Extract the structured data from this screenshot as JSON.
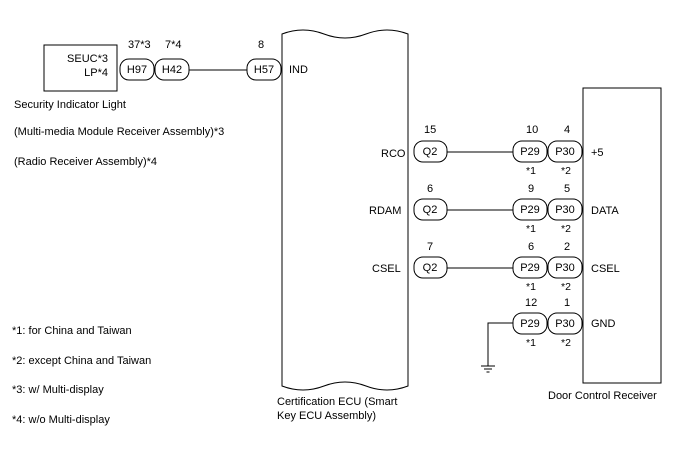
{
  "security_light": {
    "line1": "SEUC*3",
    "line2": "LP*4",
    "caption": "Security Indicator Light",
    "caption_alt3": "(Multi-media Module Receiver Assembly)*3",
    "caption_alt4": "(Radio Receiver Assembly)*4",
    "pin_h97": "37*3",
    "pin_h42": "7*4",
    "pin_h57": "8",
    "conn_h97": "H97",
    "conn_h42": "H42",
    "conn_h57": "H57"
  },
  "ecu": {
    "caption_line1": "Certification ECU (Smart",
    "caption_line2": "Key ECU Assembly)",
    "ind_label": "IND"
  },
  "receiver": {
    "caption": "Door Control Receiver"
  },
  "rows": [
    {
      "ecu_label": "RCO",
      "ecu_pin": "15",
      "ecu_conn": "Q2",
      "p29_pin": "10",
      "p30_pin": "4",
      "recv_label": "+5",
      "p29_conn": "P29",
      "p30_conn": "P30",
      "note1": "*1",
      "note2": "*2"
    },
    {
      "ecu_label": "RDAM",
      "ecu_pin": "6",
      "ecu_conn": "Q2",
      "p29_pin": "9",
      "p30_pin": "5",
      "recv_label": "DATA",
      "p29_conn": "P29",
      "p30_conn": "P30",
      "note1": "*1",
      "note2": "*2"
    },
    {
      "ecu_label": "CSEL",
      "ecu_pin": "7",
      "ecu_conn": "Q2",
      "p29_pin": "6",
      "p30_pin": "2",
      "recv_label": "CSEL",
      "p29_conn": "P29",
      "p30_conn": "P30",
      "note1": "*1",
      "note2": "*2"
    },
    {
      "ecu_label": "",
      "ecu_pin": "",
      "ecu_conn": "",
      "p29_pin": "12",
      "p30_pin": "1",
      "recv_label": "GND",
      "p29_conn": "P29",
      "p30_conn": "P30",
      "note1": "*1",
      "note2": "*2"
    }
  ],
  "notes": [
    "*1: for China and Taiwan",
    "*2: except China and Taiwan",
    "*3: w/ Multi-display",
    "*4: w/o Multi-display"
  ]
}
